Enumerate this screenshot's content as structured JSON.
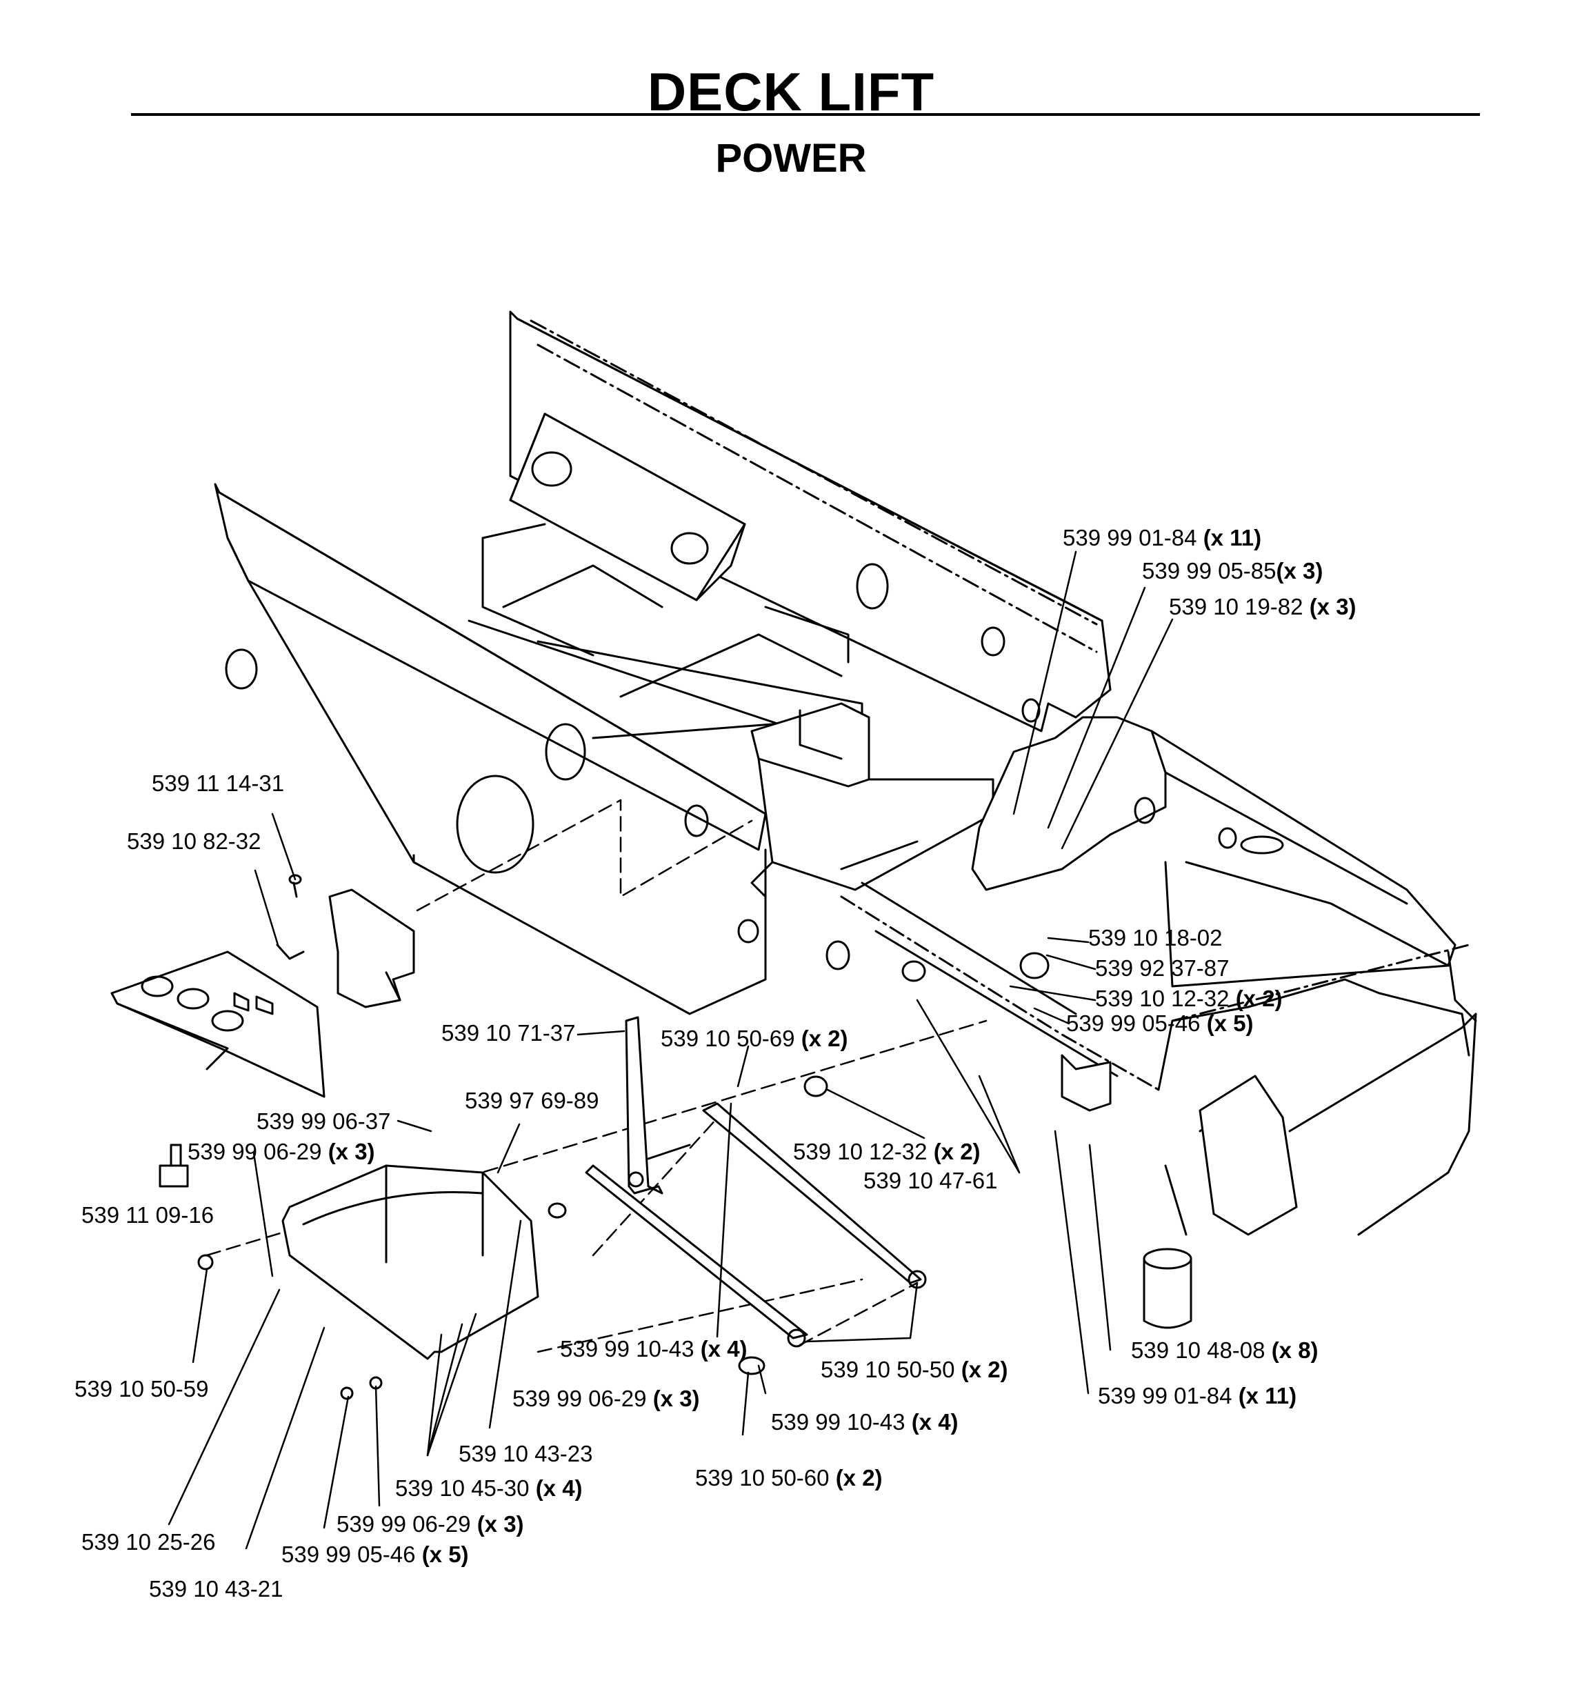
{
  "page": {
    "title": "DECK LIFT",
    "subtitle": "POWER"
  },
  "parts": [
    {
      "id": "p1",
      "number": "539 99 01-84",
      "qty": "(x 11)"
    },
    {
      "id": "p2",
      "number": "539 99 05-85",
      "qty": "(x 3)"
    },
    {
      "id": "p3",
      "number": "539 10 19-82",
      "qty": "(x 3)"
    },
    {
      "id": "p4",
      "number": "539 11 14-31",
      "qty": ""
    },
    {
      "id": "p5",
      "number": "539 10 82-32",
      "qty": ""
    },
    {
      "id": "p6",
      "number": "539 10 18-02",
      "qty": ""
    },
    {
      "id": "p7",
      "number": "539 92 37-87",
      "qty": ""
    },
    {
      "id": "p8",
      "number": "539 10 12-32",
      "qty": "(x 2)"
    },
    {
      "id": "p9",
      "number": "539 99 05-46",
      "qty": "(x 5)"
    },
    {
      "id": "p10",
      "number": "539 10 71-37",
      "qty": ""
    },
    {
      "id": "p11",
      "number": "539 10 50-69",
      "qty": "(x 2)"
    },
    {
      "id": "p12",
      "number": "539 97 69-89",
      "qty": ""
    },
    {
      "id": "p13",
      "number": "539 99 06-37",
      "qty": ""
    },
    {
      "id": "p14",
      "number": "539 99 06-29",
      "qty": "(x 3)"
    },
    {
      "id": "p15",
      "number": "539 10 12-32",
      "qty": "(x 2)"
    },
    {
      "id": "p16",
      "number": "539 10 47-61",
      "qty": ""
    },
    {
      "id": "p17",
      "number": "539 11 09-16",
      "qty": ""
    },
    {
      "id": "p18",
      "number": "539 10 48-08",
      "qty": "(x 8)"
    },
    {
      "id": "p19",
      "number": "539 99 10-43",
      "qty": "(x 4)"
    },
    {
      "id": "p20",
      "number": "539 10 50-50",
      "qty": "(x 2)"
    },
    {
      "id": "p21",
      "number": "539 10 50-59",
      "qty": ""
    },
    {
      "id": "p22",
      "number": "539 99 06-29",
      "qty": "(x 3)"
    },
    {
      "id": "p23",
      "number": "539 99 01-84",
      "qty": "(x 11)"
    },
    {
      "id": "p24",
      "number": "539 99 10-43",
      "qty": "(x 4)"
    },
    {
      "id": "p25",
      "number": "539 10 43-23",
      "qty": ""
    },
    {
      "id": "p26",
      "number": "539 10 50-60",
      "qty": "(x 2)"
    },
    {
      "id": "p27",
      "number": "539 10 45-30",
      "qty": "(x 4)"
    },
    {
      "id": "p28",
      "number": "539 99 06-29",
      "qty": "(x 3)"
    },
    {
      "id": "p29",
      "number": "539 10 25-26",
      "qty": ""
    },
    {
      "id": "p30",
      "number": "539 99 05-46",
      "qty": "(x 5)"
    },
    {
      "id": "p31",
      "number": "539 10 43-21",
      "qty": ""
    }
  ]
}
